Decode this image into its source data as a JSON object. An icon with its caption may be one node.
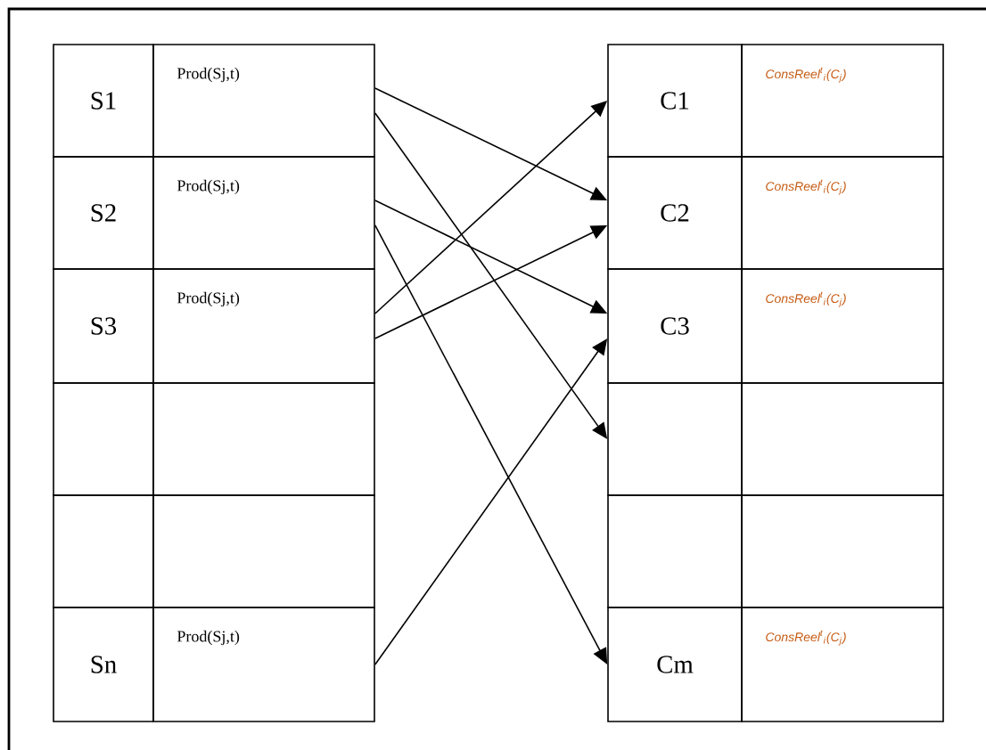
{
  "diagram": {
    "nodes": [
      {
        "text": [
          "S1"
        ]
      },
      {
        "text": [
          "Prod(Sj,t)"
        ]
      },
      {
        "text": [
          "S2"
        ]
      },
      {
        "text": [
          "Prod(Sj,t)"
        ]
      },
      {
        "text": [
          "S3"
        ]
      },
      {
        "text": [
          "Prod(Sj,t)"
        ]
      },
      {
        "text": [],
        "shape": "box"
      },
      {
        "text": [],
        "shape": "box"
      },
      {
        "text": [],
        "shape": "box"
      },
      {
        "text": [],
        "shape": "box"
      },
      {
        "text": [
          "Sn"
        ]
      },
      {
        "text": [
          "Prod(Sj,t)"
        ]
      },
      {
        "text": [
          "C1"
        ]
      },
      {
        "text": [
          "ConsReel$^{t}$$_{i}$(C$_{j}$)"
        ]
      },
      {
        "text": [
          "C2"
        ]
      },
      {
        "text": [
          "ConsReel$^{t}$$_{i}$(C$_{j}$)"
        ]
      },
      {
        "text": [
          "C3"
        ]
      },
      {
        "text": [
          "ConsReel$^{t}$$_{i}$(C$_{j}$)"
        ]
      },
      {
        "text": [],
        "shape": "box"
      },
      {
        "text": [],
        "shape": "box"
      },
      {
        "text": [],
        "shape": "box"
      },
      {
        "text": [],
        "shape": "box"
      },
      {
        "text": [
          "Cm"
        ]
      },
      {
        "text": [
          "ConsReel$^{t}$$_{i}$(C$_{j}$)"
        ]
      }
    ],
    "edges": [
      {
        "from": 1,
        "to": 14,
        "arrow": "to"
      },
      {
        "from": 1,
        "to": 18,
        "arrow": "to"
      },
      {
        "from": 3,
        "to": 16,
        "arrow": "to"
      },
      {
        "from": 3,
        "to": 22,
        "arrow": "to"
      },
      {
        "from": 5,
        "to": 12,
        "arrow": "to"
      },
      {
        "from": 5,
        "to": 14,
        "arrow": "to"
      },
      {
        "from": 11,
        "to": 16,
        "arrow": "to"
      }
    ]
  }
}
